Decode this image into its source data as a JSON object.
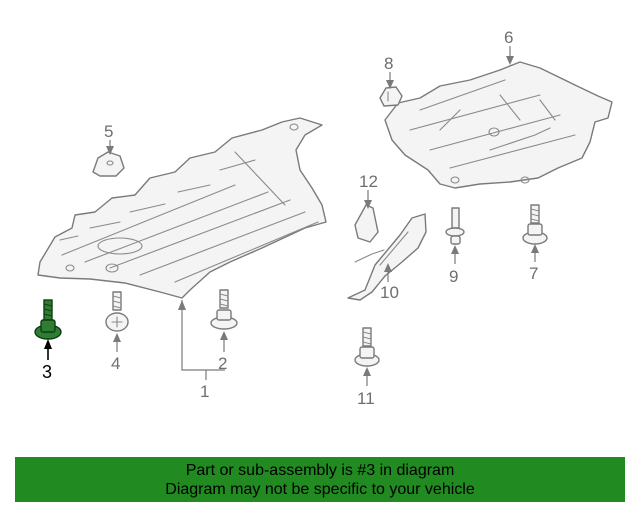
{
  "callouts": {
    "c1": "1",
    "c2": "2",
    "c3": "3",
    "c4": "4",
    "c5": "5",
    "c6": "6",
    "c7": "7",
    "c8": "8",
    "c9": "9",
    "c10": "10",
    "c11": "11",
    "c12": "12"
  },
  "highlighted_part": "3",
  "colors": {
    "banner": "#218a21",
    "highlight_part": "#2f7d32",
    "line": "#7a7a7a"
  },
  "banner": {
    "line1": "Part or sub-assembly is #3 in diagram",
    "line2": "Diagram may not be specific to your vehicle"
  }
}
